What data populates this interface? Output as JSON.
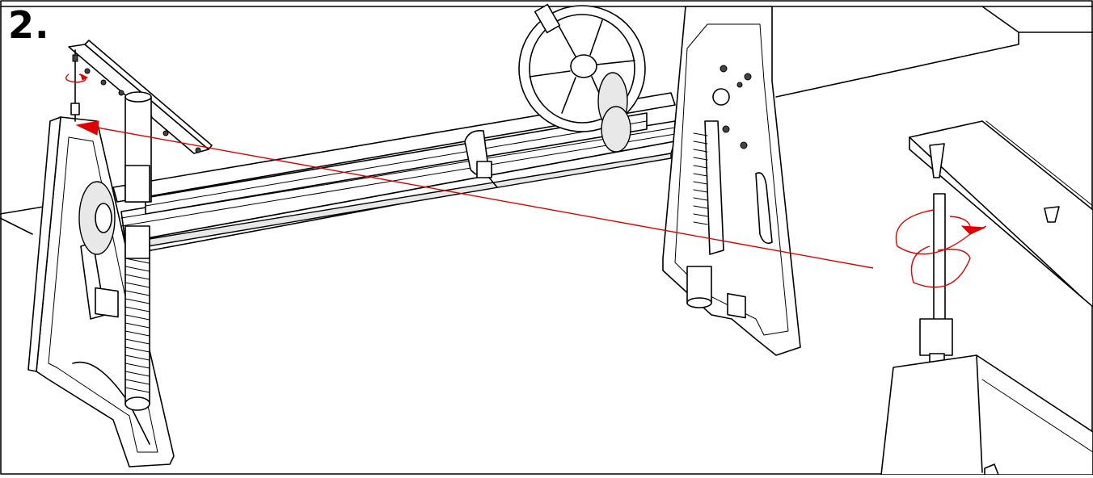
{
  "step": {
    "number": "2."
  },
  "colors": {
    "line": "#000000",
    "callout": "#e00000",
    "background": "#ffffff"
  },
  "components": [
    "left-leg",
    "right-leg",
    "crossbar",
    "handwheel",
    "gear",
    "threaded-rod",
    "top-plate",
    "screws",
    "screwdriver",
    "tabletop-inset"
  ]
}
